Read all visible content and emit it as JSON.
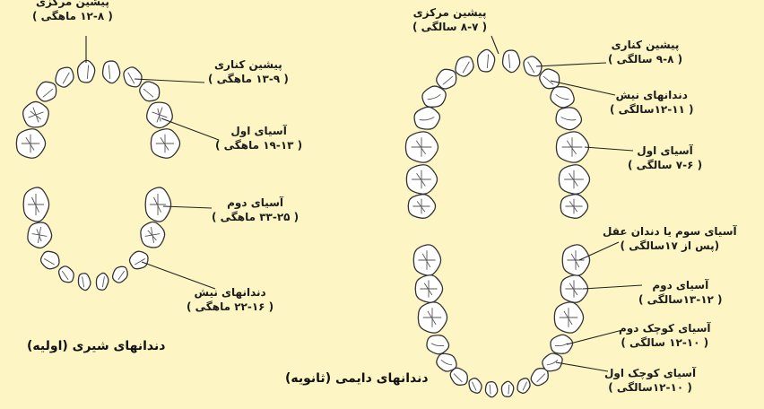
{
  "colors": {
    "background": "#fdf6c4",
    "tooth_fill": "#ffffff",
    "outline": "#333333",
    "text": "#1c1c1c"
  },
  "primary": {
    "title": "دندانهای شیری (اولیه)",
    "labels": [
      {
        "name": "پیشین مرکزی",
        "age": "( ۱۲-۸ ماهگی )"
      },
      {
        "name": "پیشین کناری",
        "age": "( ۱۳-۹ ماهگی )"
      },
      {
        "name": "آسیای اول",
        "age": "( ۱۹-۱۳ ماهگی )"
      },
      {
        "name": "آسیای دوم",
        "age": "( ۳۳-۲۵ ماهگی )"
      },
      {
        "name": "دندانهای نیش",
        "age": "( ۲۲-۱۶ ماهگی )"
      }
    ]
  },
  "permanent": {
    "title": "دندانهای دایمی (ثانویه)",
    "labels": [
      {
        "name": "پیشین مرکزی",
        "age": "( ۸-۷ سالگی )"
      },
      {
        "name": "پیشین کناری",
        "age": "( ۹-۸ سالگی )"
      },
      {
        "name": "دندانهای نیش",
        "age": "( ۱۲-۱۱سالگی )"
      },
      {
        "name": "آسیای اول",
        "age": "( ۷-۶ سالگی )"
      },
      {
        "name": "آسیای سوم یا دندان عقل",
        "age": "(پس از ۱۷سالگی )"
      },
      {
        "name": "آسیای دوم",
        "age": "( ۱۳-۱۲سالگی )"
      },
      {
        "name": "آسیای کوچک دوم",
        "age": "( ۱۲-۱۰ سالگی )"
      },
      {
        "name": "آسیای کوچک اول",
        "age": "( ۱۲-۱۰سالگی )"
      }
    ]
  }
}
